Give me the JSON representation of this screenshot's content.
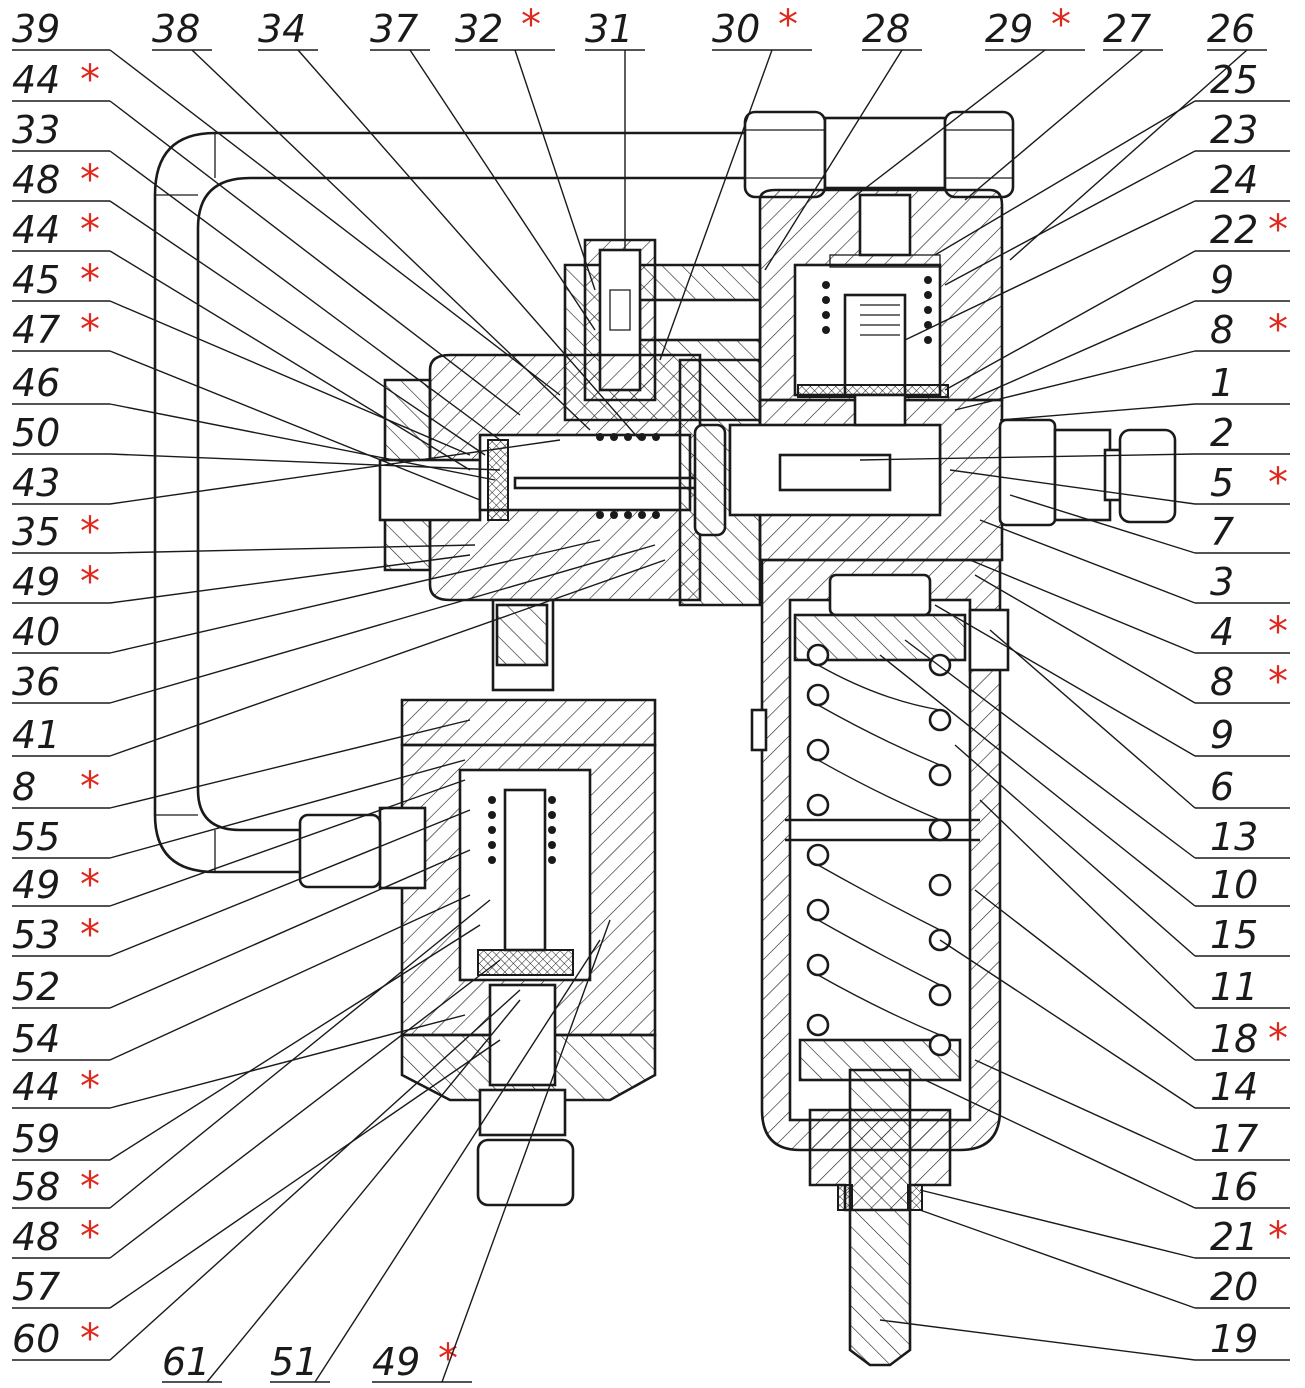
{
  "colors": {
    "ink": "#1a1a1a",
    "asterisk": "#e0281c",
    "background": "#ffffff"
  },
  "drawing": {
    "kind": "sectional assembly drawing with numbered part callouts",
    "asterisk_symbol": "*",
    "left_callouts": [
      {
        "label": "39",
        "starred": false
      },
      {
        "label": "44",
        "starred": true
      },
      {
        "label": "33",
        "starred": false
      },
      {
        "label": "48",
        "starred": true
      },
      {
        "label": "44",
        "starred": true
      },
      {
        "label": "45",
        "starred": true
      },
      {
        "label": "47",
        "starred": true
      },
      {
        "label": "46",
        "starred": false
      },
      {
        "label": "50",
        "starred": false
      },
      {
        "label": "43",
        "starred": false
      },
      {
        "label": "35",
        "starred": true
      },
      {
        "label": "49",
        "starred": true
      },
      {
        "label": "40",
        "starred": false
      },
      {
        "label": "36",
        "starred": false
      },
      {
        "label": "41",
        "starred": false
      },
      {
        "label": "8",
        "starred": true
      },
      {
        "label": "55",
        "starred": false
      },
      {
        "label": "49",
        "starred": true
      },
      {
        "label": "53",
        "starred": true
      },
      {
        "label": "52",
        "starred": false
      },
      {
        "label": "54",
        "starred": false
      },
      {
        "label": "44",
        "starred": true
      },
      {
        "label": "59",
        "starred": false
      },
      {
        "label": "58",
        "starred": true
      },
      {
        "label": "48",
        "starred": true
      },
      {
        "label": "57",
        "starred": false
      },
      {
        "label": "60",
        "starred": true
      }
    ],
    "top_callouts": [
      {
        "label": "38",
        "starred": false
      },
      {
        "label": "34",
        "starred": false
      },
      {
        "label": "37",
        "starred": false
      },
      {
        "label": "32",
        "starred": true
      },
      {
        "label": "31",
        "starred": false
      },
      {
        "label": "30",
        "starred": true
      },
      {
        "label": "28",
        "starred": false
      },
      {
        "label": "29",
        "starred": true
      },
      {
        "label": "27",
        "starred": false
      },
      {
        "label": "26",
        "starred": false
      }
    ],
    "right_callouts": [
      {
        "label": "25",
        "starred": false
      },
      {
        "label": "23",
        "starred": false
      },
      {
        "label": "24",
        "starred": false
      },
      {
        "label": "22",
        "starred": true
      },
      {
        "label": "9",
        "starred": false
      },
      {
        "label": "8",
        "starred": true
      },
      {
        "label": "1",
        "starred": false
      },
      {
        "label": "2",
        "starred": false
      },
      {
        "label": "5",
        "starred": true
      },
      {
        "label": "7",
        "starred": false
      },
      {
        "label": "3",
        "starred": false
      },
      {
        "label": "4",
        "starred": true
      },
      {
        "label": "8",
        "starred": true
      },
      {
        "label": "9",
        "starred": false
      },
      {
        "label": "6",
        "starred": false
      },
      {
        "label": "13",
        "starred": false
      },
      {
        "label": "10",
        "starred": false
      },
      {
        "label": "15",
        "starred": false
      },
      {
        "label": "11",
        "starred": false
      },
      {
        "label": "18",
        "starred": true
      },
      {
        "label": "14",
        "starred": false
      },
      {
        "label": "17",
        "starred": false
      },
      {
        "label": "16",
        "starred": false
      },
      {
        "label": "21",
        "starred": true
      },
      {
        "label": "20",
        "starred": false
      },
      {
        "label": "19",
        "starred": false
      }
    ],
    "bottom_callouts": [
      {
        "label": "61",
        "starred": false
      },
      {
        "label": "51",
        "starred": false
      },
      {
        "label": "49",
        "starred": true
      }
    ]
  }
}
